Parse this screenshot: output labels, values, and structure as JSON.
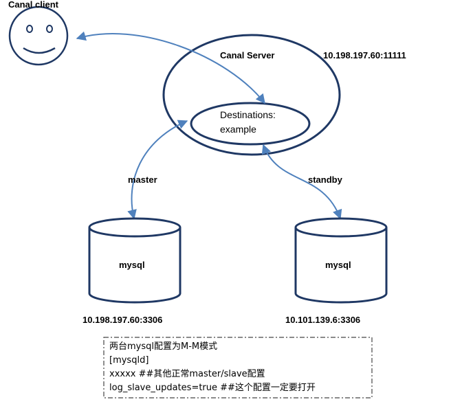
{
  "client": {
    "label": "Canal client"
  },
  "server": {
    "label": "Canal Server",
    "address": "10.198.197.60:11111"
  },
  "destinations": {
    "line1": "Destinations:",
    "line2": "example"
  },
  "links": {
    "master": "master",
    "standby": "standby"
  },
  "db_master": {
    "label": "mysql",
    "address": "10.198.197.60:3306"
  },
  "db_standby": {
    "label": "mysql",
    "address": "10.101.139.6:3306"
  },
  "note": {
    "lines": [
      "两台mysql配置为M-M模式",
      "[mysqld]",
      "xxxxx ##其他正常master/slave配置",
      "log_slave_updates=true ##这个配置一定要打开"
    ]
  },
  "colors": {
    "arrow": "#4f81bd",
    "outline": "#1f3864"
  }
}
